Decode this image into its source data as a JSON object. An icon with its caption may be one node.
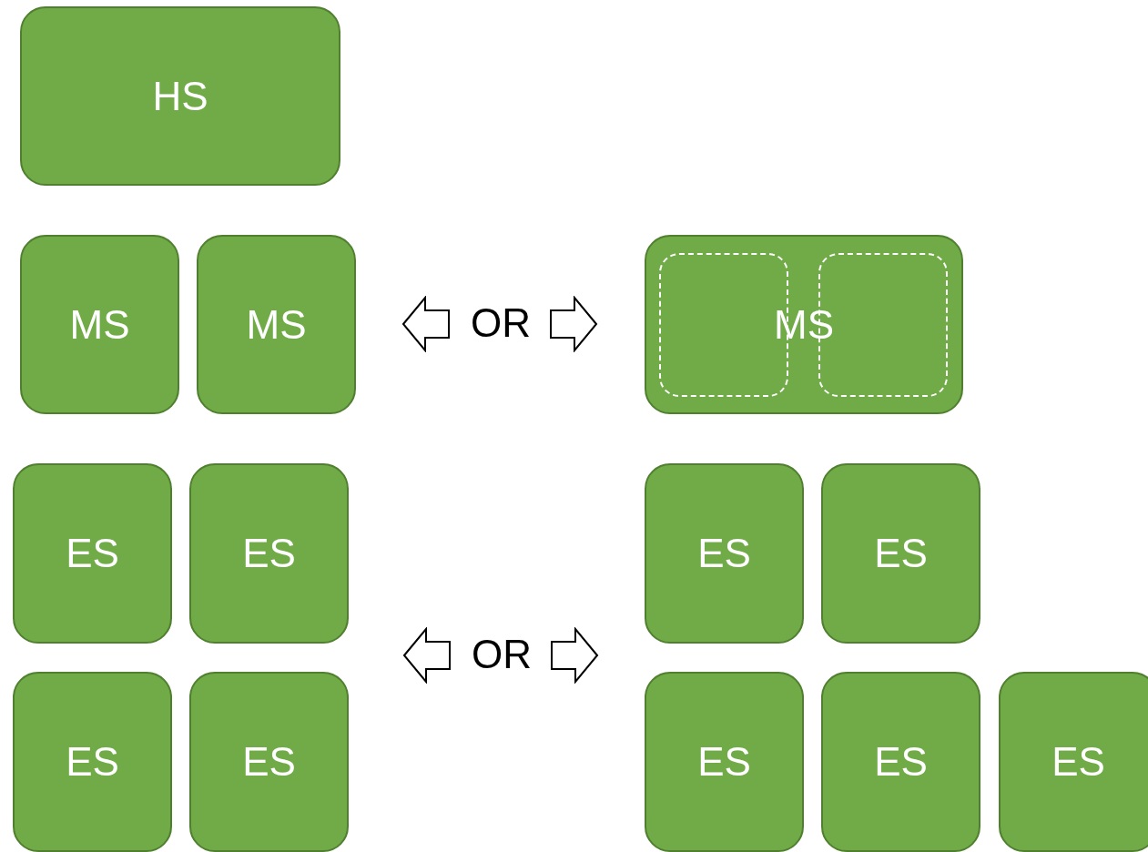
{
  "diagram": {
    "nodes": [
      {
        "text": [
          "HS"
        ]
      },
      {
        "text": [
          "MS"
        ]
      },
      {
        "text": [
          "MS"
        ]
      },
      {
        "text": [
          "MS"
        ]
      },
      {
        "text": [],
        "shape": "box",
        "in": 3
      },
      {
        "text": [],
        "shape": "box",
        "in": 3
      },
      {
        "text": [
          "ES"
        ]
      },
      {
        "text": [
          "ES"
        ]
      },
      {
        "text": [
          "ES"
        ]
      },
      {
        "text": [
          "ES"
        ]
      },
      {
        "text": [
          "ES"
        ]
      },
      {
        "text": [
          "ES"
        ]
      },
      {
        "text": [
          "ES"
        ]
      },
      {
        "text": [
          "ES"
        ]
      },
      {
        "text": [
          "ES"
        ]
      }
    ],
    "edges": [],
    "labels": [
      "OR",
      "OR"
    ]
  }
}
